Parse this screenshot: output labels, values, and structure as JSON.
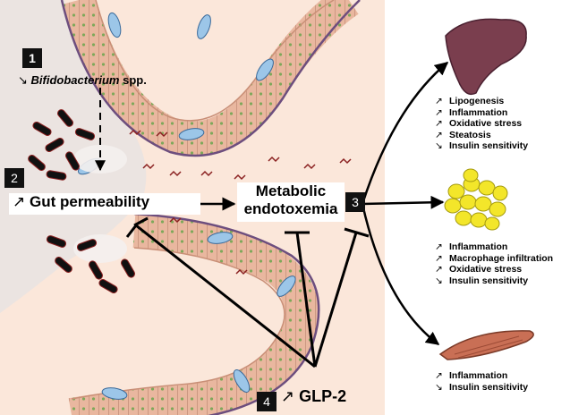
{
  "steps": {
    "s1": {
      "number": "1",
      "arrow": "↘",
      "text_italic": "Bifidobacterium",
      "text_rest": " spp."
    },
    "s2": {
      "number": "2",
      "arrow": "↗",
      "text": "Gut permeability"
    },
    "s3": {
      "number": "3"
    },
    "s4": {
      "number": "4",
      "arrow": "↗",
      "text": "GLP-2"
    }
  },
  "metabolic": {
    "line1": "Metabolic",
    "line2": "endotoxemia"
  },
  "organs": {
    "liver": {
      "icon": "liver-icon",
      "effects": [
        {
          "arrow": "↗",
          "text": "Lipogenesis"
        },
        {
          "arrow": "↗",
          "text": "Inflammation"
        },
        {
          "arrow": "↗",
          "text": "Oxidative stress"
        },
        {
          "arrow": "↗",
          "text": "Steatosis"
        },
        {
          "arrow": "↘",
          "text": "Insulin sensitivity"
        }
      ]
    },
    "adipose": {
      "icon": "adipose-tissue-icon",
      "effects": [
        {
          "arrow": "↗",
          "text": "Inflammation"
        },
        {
          "arrow": "↗",
          "text": "Macrophage infiltration"
        },
        {
          "arrow": "↗",
          "text": "Oxidative stress"
        },
        {
          "arrow": "↘",
          "text": "Insulin sensitivity"
        }
      ]
    },
    "muscle": {
      "icon": "muscle-icon",
      "effects": [
        {
          "arrow": "↗",
          "text": "Inflammation"
        },
        {
          "arrow": "↘",
          "text": "Insulin sensitivity"
        }
      ]
    }
  },
  "colors": {
    "lumen": "#fbe7da",
    "enterocyte": "#e9b79f",
    "goblet": "#9cc6e8",
    "liver": "#7a3e4e",
    "fat": "#f3e62a",
    "muscle": "#c96f55"
  }
}
